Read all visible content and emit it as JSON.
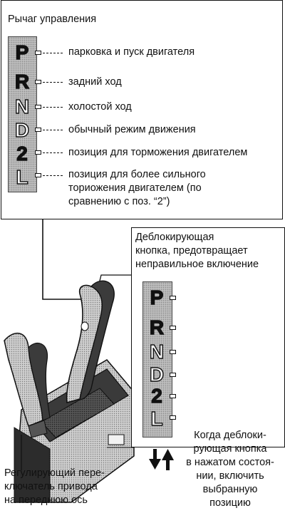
{
  "top_box": {
    "title": "Рычаг управления",
    "positions": [
      {
        "letter": "P",
        "description": "парковка и пуск двигателя"
      },
      {
        "letter": "R",
        "description": "задний ход"
      },
      {
        "letter": "N",
        "description": "холостой ход"
      },
      {
        "letter": "D",
        "description": "обычный режим движения"
      },
      {
        "letter": "2",
        "description": "позиция для торможения двигателем"
      },
      {
        "letter": "L",
        "description": "позиция для более сильного\nториожения двигателем (по\nсравнению с поз. “2”)"
      }
    ]
  },
  "release_button_label": "Деблокирующая\nкнопка, предотвращает\nнеправильное включение",
  "gate_letters": [
    "P",
    "R",
    "N",
    "D",
    "2",
    "L"
  ],
  "when_pressed_text": "Когда деблоки-\nрующая кнопка\nв нажатом состоя-\nнии, включить\nвыбранную\nпозицию",
  "front_axle_switch_label": "Регулирующий пере-\nключатель привода\nна переднюю ось"
}
